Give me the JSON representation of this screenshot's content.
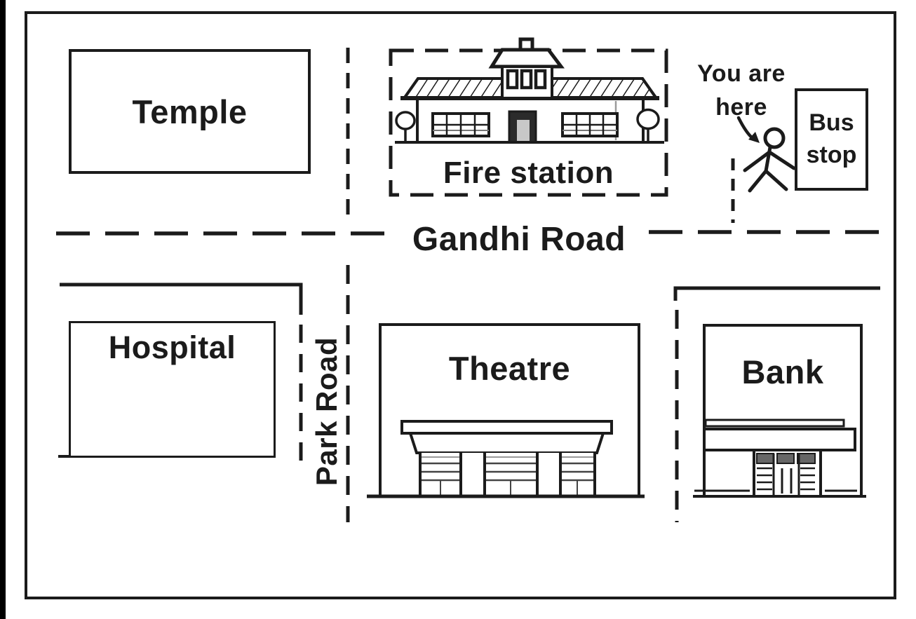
{
  "places": {
    "temple": {
      "label": "Temple"
    },
    "fire_station": {
      "label": "Fire station"
    },
    "hospital": {
      "label": "Hospital"
    },
    "theatre": {
      "label": "Theatre"
    },
    "bank": {
      "label": "Bank"
    },
    "bus_stop": {
      "line1": "Bus",
      "line2": "stop"
    }
  },
  "roads": {
    "gandhi": {
      "label": "Gandhi Road"
    },
    "park": {
      "label": "Park Road"
    }
  },
  "marker": {
    "line1": "You are",
    "line2": "here"
  },
  "colors": {
    "ink": "#1b1b1b",
    "paper": "#ffffff",
    "edge_strip": "#000000",
    "door_fill": "#2b2b2b",
    "shade_gray": "#9a9a9a"
  }
}
